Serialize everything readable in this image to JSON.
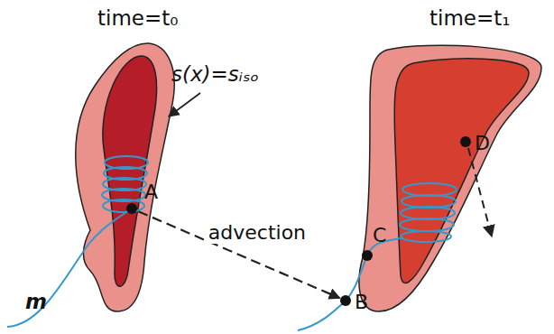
{
  "diagram": {
    "nodes": [
      {
        "text": [
          "A"
        ]
      },
      {
        "text": [
          "B"
        ]
      },
      {
        "text": [
          "C"
        ]
      },
      {
        "text": [
          "D"
        ]
      }
    ],
    "edges": [
      {
        "from": 0,
        "to": 1,
        "arrow": "to",
        "label": "advection"
      }
    ],
    "labels": [
      "time=t₀",
      "time=t₁",
      "s(x)=sᵢₛₒ",
      "m"
    ]
  }
}
